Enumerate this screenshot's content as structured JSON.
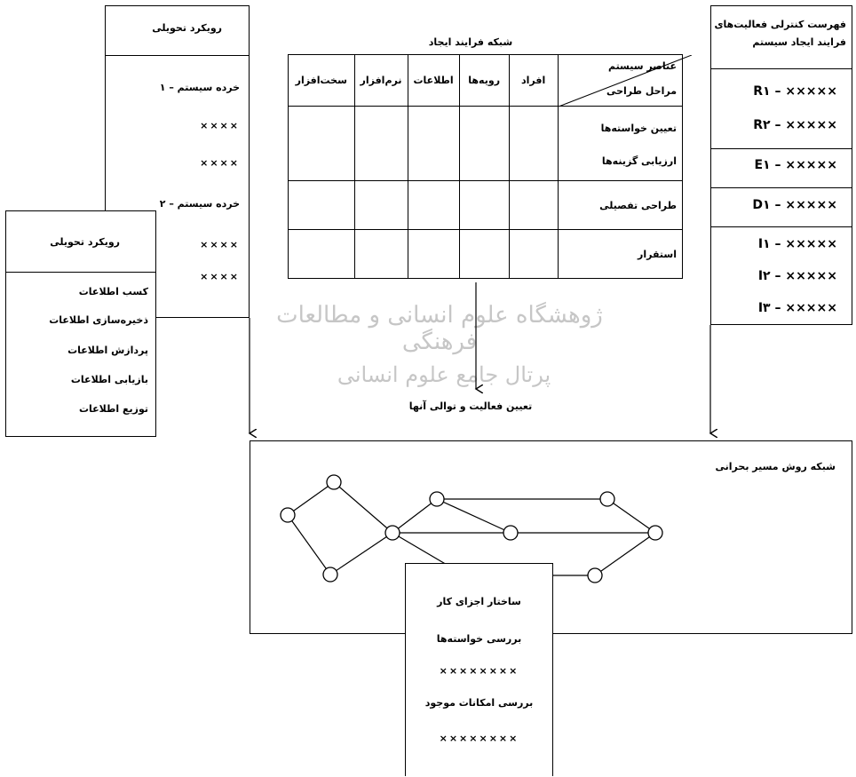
{
  "watermark": {
    "line1": "ژوهشگاه علوم انسانی و مطالعات فرهنگی",
    "line2": "پرتال جامع علوم انسانی"
  },
  "left_box_1": {
    "title": "رویکرد تحویلی",
    "items": [
      "خرده سیستم – ۱",
      "××××",
      "××××",
      "خرده سیستم – ۲",
      "××××",
      "××××"
    ]
  },
  "left_box_2": {
    "title": "رویکرد تحویلی",
    "items": [
      "کسب اطلاعات",
      "ذخیره‌سازی اطلاعات",
      "پردازش اطلاعات",
      "بازیابی اطلاعات",
      "توزیع اطلاعات"
    ]
  },
  "table": {
    "title": "شبکه فرایند ایجاد",
    "corner_top": "عناصر سیستم",
    "corner_bottom": "مراحل طراحی",
    "columns": [
      "افراد",
      "رویه‌ها",
      "اطلاعات",
      "نرم‌افزار",
      "سخت‌افزار"
    ],
    "rows": [
      "تعیین خواسته‌ها",
      "ارزیابی گزینه‌ها",
      "طراحی تفصیلی",
      "استقرار"
    ]
  },
  "arrow_caption": "تعیین فعالیت و توالی آنها",
  "checklist": {
    "title_line1": "فهرست کنترلی فعالیت‌های",
    "title_line2": "فرایند ایجاد سیستم",
    "groups": [
      [
        "××××× – R۱",
        "××××× – R۲"
      ],
      [
        "××××× – E۱"
      ],
      [
        "××××× – D۱"
      ],
      [
        "××××× – I۱",
        "××××× – I۲",
        "××××× – I۳"
      ]
    ]
  },
  "cpm": {
    "title": "شبکه روش مسیر بحرانی"
  },
  "wbs": {
    "items": [
      "ساختار اجزای کار",
      "بررسی خواسته‌ها",
      "××××××××",
      "بررسی امکانات موجود",
      "××××××××"
    ]
  }
}
